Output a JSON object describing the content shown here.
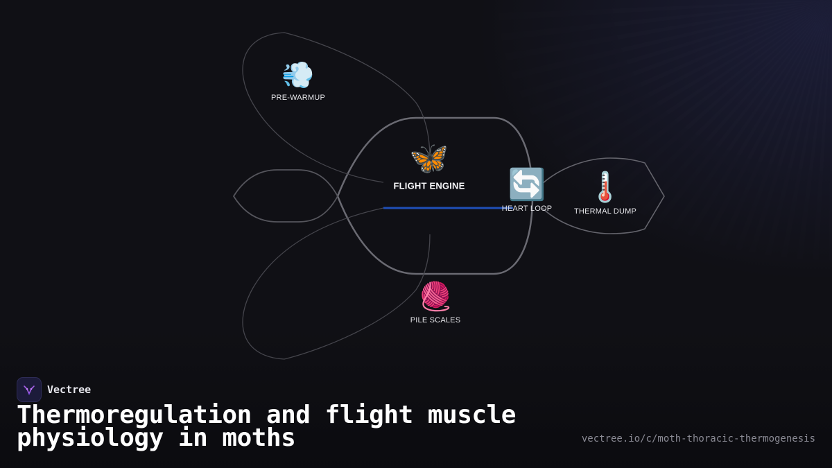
{
  "diagram": {
    "center": {
      "emoji": "🦋",
      "label": "FLIGHT ENGINE"
    },
    "nodes": {
      "pre_warmup": {
        "emoji": "💨",
        "label": "PRE-WARMUP"
      },
      "heart_loop": {
        "emoji": "🔄",
        "label": "HEART LOOP"
      },
      "thermal_dump": {
        "emoji": "🌡️",
        "label": "THERMAL DUMP"
      },
      "pile_scales": {
        "emoji": "🧶",
        "label": "PILE SCALES"
      }
    }
  },
  "brand": {
    "name": "Vectree"
  },
  "title": "Thermoregulation and flight muscle physiology in moths",
  "url": "vectree.io/c/moth-thoracic-thermogenesis",
  "colors": {
    "accent_line": "#1f4fb8",
    "outline": "#5e5e66",
    "logo_bg": "#1c1b3a",
    "logo_mark": "#a45ee8"
  }
}
